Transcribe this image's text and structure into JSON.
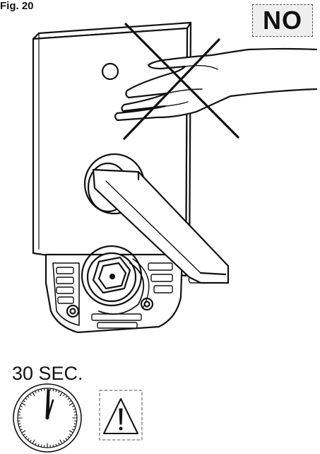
{
  "figure": {
    "label": "Fig. 20"
  },
  "badge": {
    "text": "NO"
  },
  "timer": {
    "duration": "30 SEC.",
    "icon": "clock-icon"
  },
  "warning": {
    "icon": "warning-triangle-icon"
  }
}
